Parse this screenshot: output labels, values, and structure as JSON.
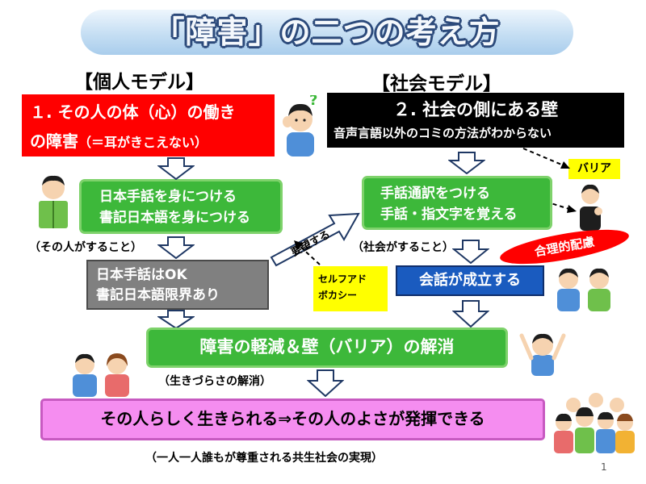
{
  "title": "「障害」の二つの考え方",
  "individual_model": {
    "header": "【個人モデル】",
    "problem_line1": "１. その人の体（心）の働き",
    "problem_line2": "の障害",
    "problem_note": "（＝耳がきこえない）",
    "action_line1": "日本手話を身につける",
    "action_line2": "書記日本語を身につける",
    "action_caption": "（その人がすること）",
    "result_line1": "日本手話はOK",
    "result_line2": "書記日本語限界あり"
  },
  "social_model": {
    "header": "【社会モデル】",
    "problem_line1": "２. 社会の側にある壁",
    "problem_line2": "音声言語以外のコミの方法がわからない",
    "barrier_label": "バリア",
    "action_line1": "手話通訳をつける",
    "action_line2": "手話・指文字を覚える",
    "action_caption": "（社会がすること）",
    "accommodation_label": "合理的配慮",
    "result": "会話が成立する"
  },
  "request_arrow_label": "要望する",
  "self_advocacy_line1": "セルフアド",
  "self_advocacy_line2": "ボカシー",
  "resolution": "障害の軽減＆壁（バリア）の解消",
  "resolution_caption": "（生きづらさの解消）",
  "outcome": "その人らしく生きられる⇒その人のよさが発揮できる",
  "footer_caption": "（一人一人誰もが尊重される共生社会の実現）",
  "page_number": "1",
  "colors": {
    "problem_red": "#ff0000",
    "problem_black": "#000000",
    "action_green": "#3db83a",
    "result_gray": "#808080",
    "result_blue": "#1a5bbf",
    "outcome_pink": "#f58df0",
    "highlight_yellow": "#ffff00",
    "title_outline": "#2c4a7b"
  },
  "icons": [
    "person-hand-to-ear-icon",
    "person-reading-book-icon",
    "interpreter-signing-icon",
    "two-people-talking-icon",
    "person-cheering-icon",
    "couple-icon",
    "crowd-celebrating-icon"
  ]
}
